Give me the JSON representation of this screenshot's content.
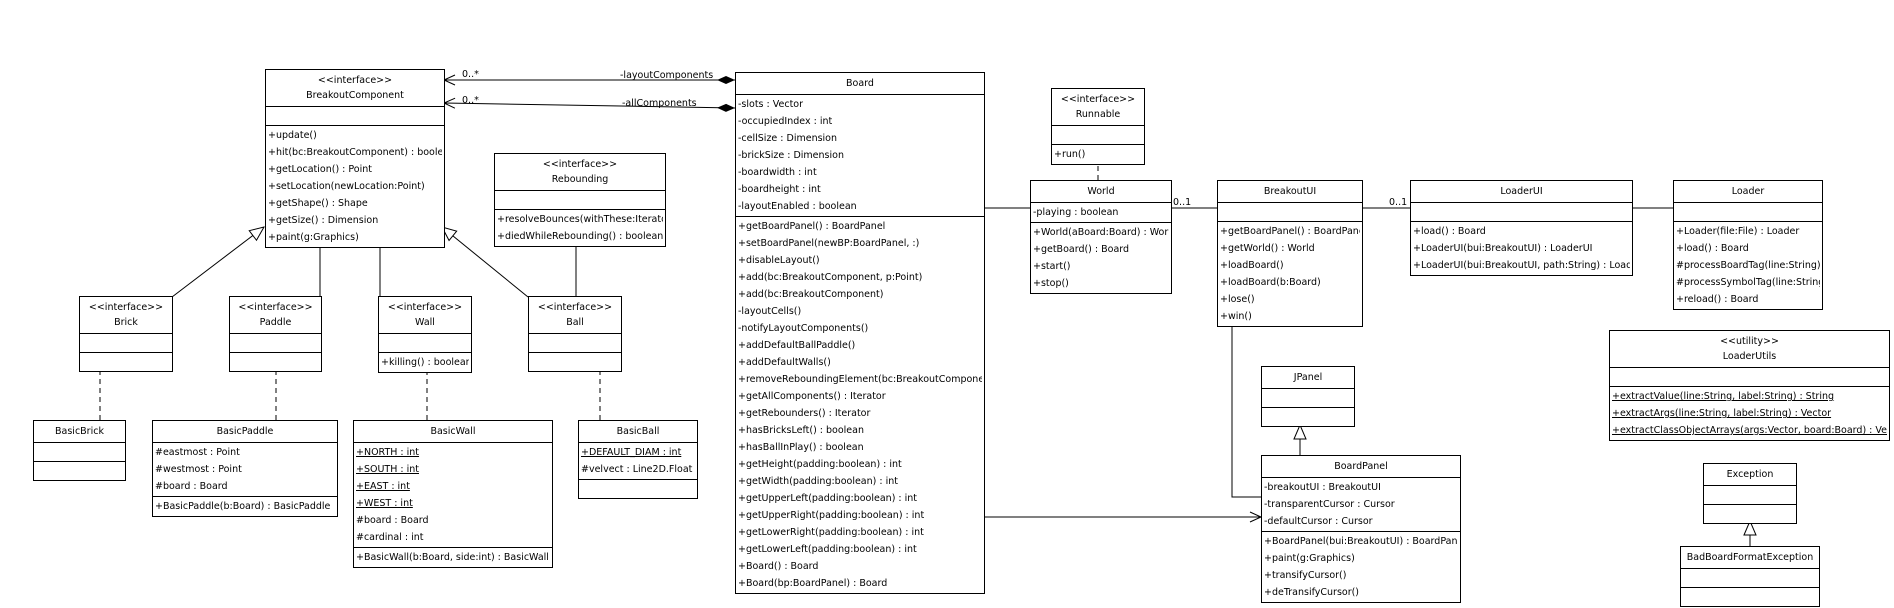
{
  "classes": {
    "breakoutComponent": {
      "stereotype": "<<interface>>",
      "name": "BreakoutComponent",
      "attributes": [],
      "operations": [
        "+update()",
        "+hit(bc:BreakoutComponent) : boolean",
        "+getLocation() : Point",
        "+setLocation(newLocation:Point)",
        "+getShape() : Shape",
        "+getSize() : Dimension",
        "+paint(g:Graphics)"
      ]
    },
    "rebounding": {
      "stereotype": "<<interface>>",
      "name": "Rebounding",
      "attributes": [],
      "operations": [
        "+resolveBounces(withThese:Iterator)",
        "+diedWhileRebounding() : boolean"
      ]
    },
    "brick": {
      "stereotype": "<<interface>>",
      "name": "Brick",
      "attributes": [],
      "operations": []
    },
    "paddle": {
      "stereotype": "<<interface>>",
      "name": "Paddle",
      "attributes": [],
      "operations": []
    },
    "wall": {
      "stereotype": "<<interface>>",
      "name": "Wall",
      "attributes": [],
      "operations": [
        "+killing() : boolean"
      ]
    },
    "ball": {
      "stereotype": "<<interface>>",
      "name": "Ball",
      "attributes": [],
      "operations": []
    },
    "basicBrick": {
      "name": "BasicBrick",
      "attributes": [],
      "operations": []
    },
    "basicPaddle": {
      "name": "BasicPaddle",
      "attributes": [
        "#eastmost : Point",
        "#westmost : Point",
        "#board : Board"
      ],
      "operations": [
        "+BasicPaddle(b:Board) : BasicPaddle"
      ]
    },
    "basicWall": {
      "name": "BasicWall",
      "attributes": [
        "+NORTH : int",
        "+SOUTH : int",
        "+EAST : int",
        "+WEST : int",
        "#board : Board",
        "#cardinal : int"
      ],
      "operations": [
        "+BasicWall(b:Board, side:int) : BasicWall"
      ]
    },
    "basicBall": {
      "name": "BasicBall",
      "attributes": [
        "+DEFAULT_DIAM : int",
        "#velvect : Line2D.Float"
      ],
      "operations": []
    },
    "board": {
      "name": "Board",
      "attributes": [
        "-slots : Vector",
        "-occupiedIndex : int",
        "-cellSize : Dimension",
        "-brickSize : Dimension",
        "-boardwidth : int",
        "-boardheight : int",
        "-layoutEnabled : boolean"
      ],
      "operations": [
        "+getBoardPanel() : BoardPanel",
        "+setBoardPanel(newBP:BoardPanel, :)",
        "+disableLayout()",
        "+add(bc:BreakoutComponent, p:Point)",
        "+add(bc:BreakoutComponent)",
        "-layoutCells()",
        "-notifyLayoutComponents()",
        "+addDefaultBallPaddle()",
        "+addDefaultWalls()",
        "+removeReboundingElement(bc:BreakoutComponent)",
        "+getAllComponents() : Iterator",
        "+getRebounders() : Iterator",
        "+hasBricksLeft() : boolean",
        "+hasBallInPlay() : boolean",
        "+getHeight(padding:boolean) : int",
        "+getWidth(padding:boolean) : int",
        "+getUpperLeft(padding:boolean) : int",
        "+getUpperRight(padding:boolean) : int",
        "+getLowerRight(padding:boolean) : int",
        "+getLowerLeft(padding:boolean) : int",
        "+Board() : Board",
        "+Board(bp:BoardPanel) : Board"
      ]
    },
    "runnable": {
      "stereotype": "<<interface>>",
      "name": "Runnable",
      "attributes": [],
      "operations": [
        "+run()"
      ]
    },
    "world": {
      "name": "World",
      "attributes": [
        "-playing : boolean"
      ],
      "operations": [
        "+World(aBoard:Board) : World",
        "+getBoard() : Board",
        "+start()",
        "+stop()"
      ]
    },
    "breakoutUI": {
      "name": "BreakoutUI",
      "attributes": [],
      "operations": [
        "+getBoardPanel() : BoardPanel",
        "+getWorld() : World",
        "+loadBoard()",
        "+loadBoard(b:Board)",
        "+lose()",
        "+win()"
      ]
    },
    "loaderUI": {
      "name": "LoaderUI",
      "attributes": [],
      "operations": [
        "+load() : Board",
        "+LoaderUI(bui:BreakoutUI) : LoaderUI",
        "+LoaderUI(bui:BreakoutUI, path:String) : LoaderUI"
      ]
    },
    "loader": {
      "name": "Loader",
      "attributes": [],
      "operations": [
        "+Loader(file:File) : Loader",
        "+load() : Board",
        "#processBoardTag(line:String)",
        "#processSymbolTag(line:String)",
        "+reload() : Board"
      ]
    },
    "loaderUtils": {
      "stereotype": "<<utility>>",
      "name": "LoaderUtils",
      "attributes": [],
      "operations": [
        "+extractValue(line:String, label:String) : String",
        "+extractArgs(line:String, label:String) : Vector",
        "+extractClassObjectArrays(args:Vector, board:Board) : Vecto"
      ]
    },
    "jPanel": {
      "name": "JPanel",
      "attributes": [],
      "operations": []
    },
    "boardPanel": {
      "name": "BoardPanel",
      "attributes": [
        "-breakoutUI : BreakoutUI",
        "-transparentCursor : Cursor",
        "-defaultCursor : Cursor"
      ],
      "operations": [
        "+BoardPanel(bui:BreakoutUI) : BoardPanel",
        "+paint(g:Graphics)",
        "+transifyCursor()",
        "+deTransifyCursor()"
      ]
    },
    "exception": {
      "name": "Exception",
      "attributes": [],
      "operations": []
    },
    "badBoardFormatException": {
      "name": "BadBoardFormatException",
      "attributes": [],
      "operations": []
    }
  },
  "labels": {
    "layoutComponents": "-layoutComponents",
    "allComponents": "-allComponents",
    "mult1": "0..*",
    "mult2": "0..*",
    "mult3": "0..1",
    "mult4": "0..1"
  }
}
